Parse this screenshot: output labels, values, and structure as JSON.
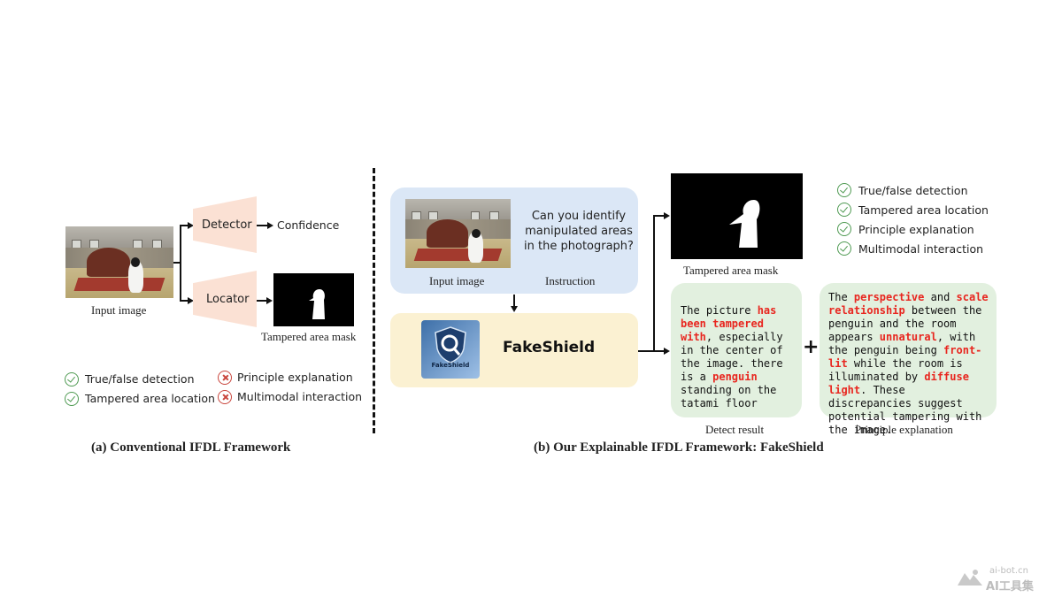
{
  "left": {
    "input_caption": "Input image",
    "detector_label": "Detector",
    "locator_label": "Locator",
    "confidence_label": "Confidence",
    "mask_caption": "Tampered area mask",
    "features_yes": [
      "True/false detection",
      "Tampered area location"
    ],
    "features_no": [
      "Principle explanation",
      "Multimodal interaction"
    ],
    "title": "(a) Conventional IFDL Framework"
  },
  "right": {
    "question": "Can you identify manipulated areas in the photograph?",
    "input_caption": "Input image",
    "instruction_caption": "Instruction",
    "system_name": "FakeShield",
    "logo_text": "FakeShield",
    "mask_caption": "Tampered area mask",
    "features_yes": [
      "True/false detection",
      "Tampered area location",
      "Principle explanation",
      "Multimodal interaction"
    ],
    "detect": {
      "t1": "The picture ",
      "h1": "has been tampered with",
      "t2": ", especially in the center of the image. there is a ",
      "h2": "penguin",
      "t3": " standing on the tatami floor"
    },
    "detect_caption": "Detect result",
    "plus": "+",
    "principle": {
      "t1": "The ",
      "h1": "perspective",
      "t2": " and ",
      "h2": "scale relationship",
      "t3": " between the penguin and the room appears ",
      "h3": "unnatural",
      "t4": ", with the penguin being ",
      "h4": "front-lit",
      "t5": " while the room is illuminated by ",
      "h5": "diffuse light",
      "t6": ". These discrepancies suggest potential tampering with the image."
    },
    "principle_caption": "Principle explanation",
    "title": "(b) Our Explainable IFDL Framework: FakeShield"
  },
  "watermark": {
    "line1": "ai-bot.cn",
    "line2": "AI工具集"
  },
  "colors": {
    "highlight": "#e8261f",
    "check": "#4f9a52",
    "cross": "#c9463d",
    "blue_box": "#dbe7f6",
    "yellow_box": "#fbf1d2",
    "green_box": "#e2f0df",
    "trapezoid": "#fbe1d4"
  }
}
